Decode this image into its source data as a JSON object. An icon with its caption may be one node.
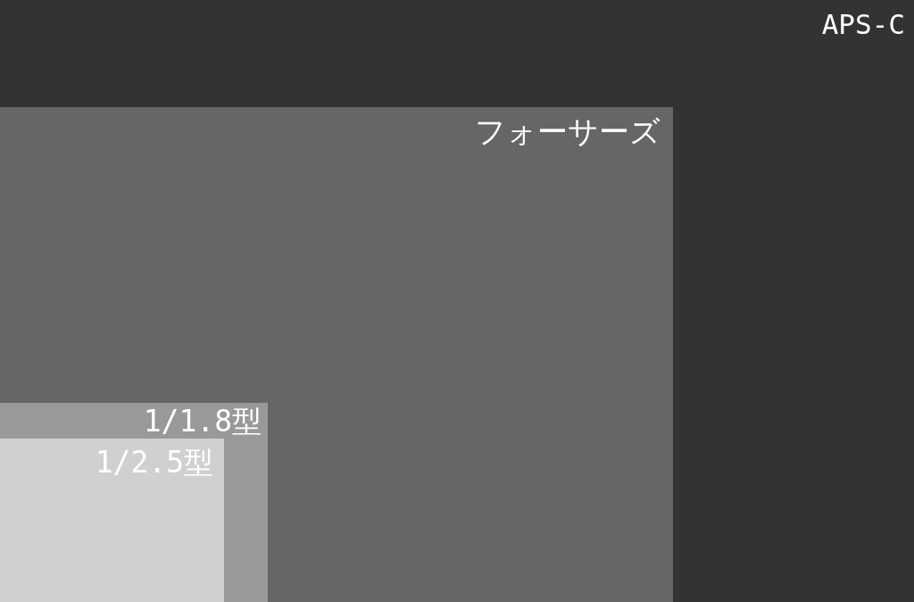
{
  "diagram": {
    "nodes": [
      {
        "text": [
          "APS-C"
        ]
      },
      {
        "text": [
          "フォーサーズ"
        ],
        "in": 0
      },
      {
        "text": [
          "1/1.8型"
        ],
        "in": 1
      },
      {
        "text": [
          "1/2.5型"
        ],
        "in": 2
      }
    ]
  }
}
